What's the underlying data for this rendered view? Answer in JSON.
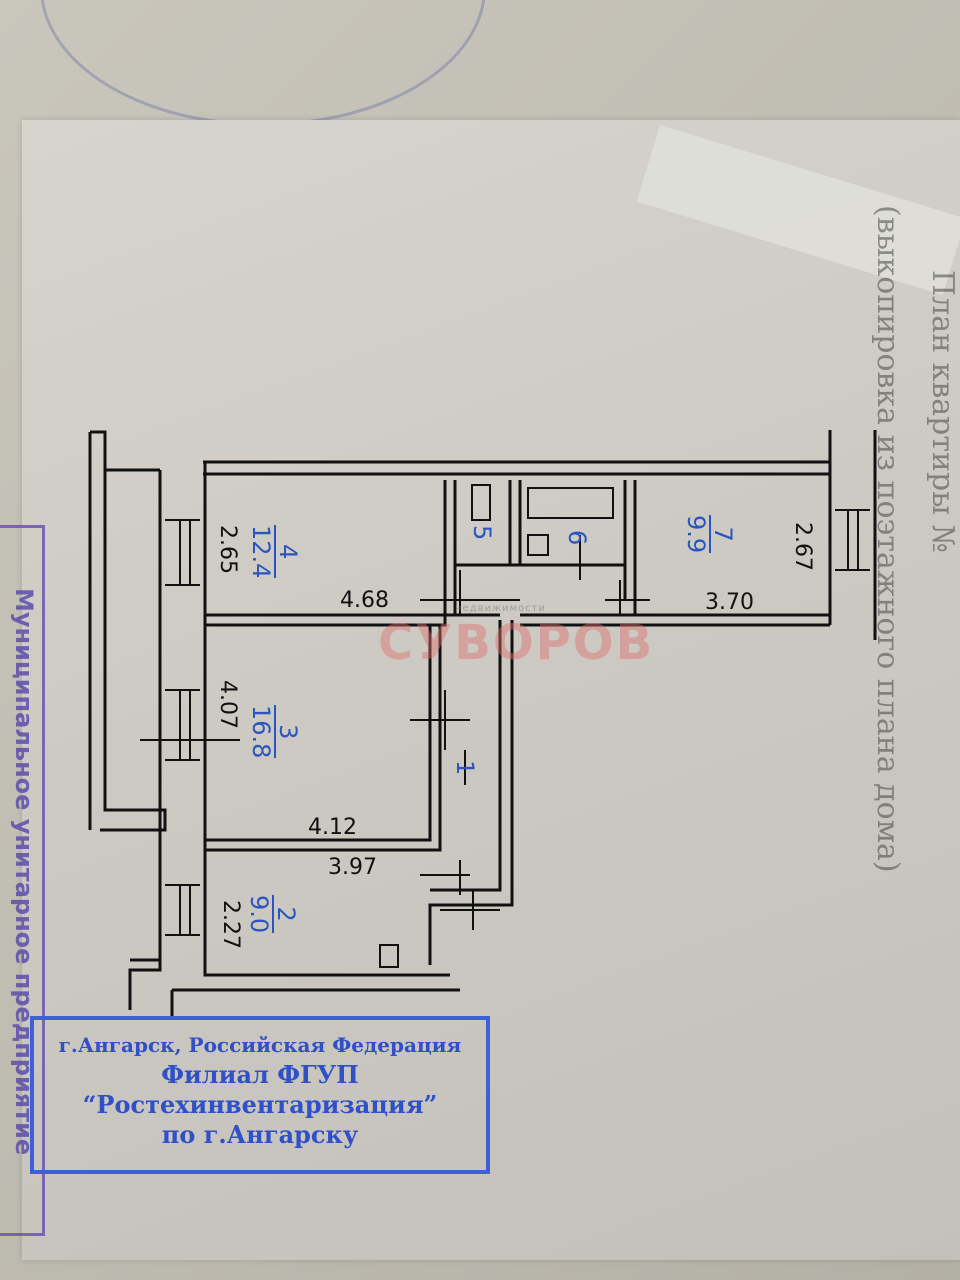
{
  "document": {
    "heading": "План квартиры №",
    "subheading": "(выкопировка из поэтажного плана дома)",
    "left_stamp_text": "Муниципальное унитарное предприятие",
    "watermark": {
      "small": "недвижимости",
      "big": "СУВОРОВ"
    },
    "stamp": {
      "line1": "г.Ангарск, Российская Федерация",
      "line2": "Филиал ФГУП",
      "line3": "“Ростехинвентаризация”",
      "line4": "по г.Ангарску"
    }
  },
  "plan": {
    "rooms": [
      {
        "number": "1",
        "area": ""
      },
      {
        "number": "2",
        "area": "9.0"
      },
      {
        "number": "3",
        "area": "16.8"
      },
      {
        "number": "4",
        "area": "12.4"
      },
      {
        "number": "5",
        "area": ""
      },
      {
        "number": "6",
        "area": ""
      },
      {
        "number": "7",
        "area": "9.9"
      }
    ],
    "dimensions": {
      "room4_width": "2.65",
      "room4_length": "4.68",
      "room7_width": "2.67",
      "room7_length": "3.70",
      "room3_width": "4.07",
      "room3_length": "4.12",
      "room2_length": "3.97",
      "room2_width": "2.27"
    }
  }
}
